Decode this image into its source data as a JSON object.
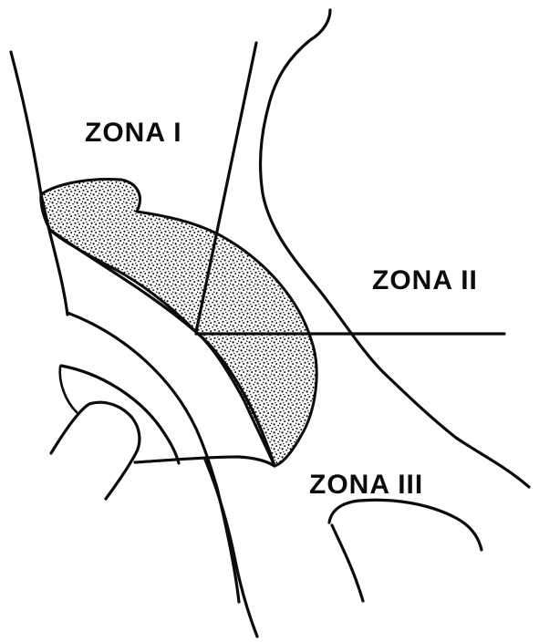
{
  "labels": {
    "zone1": "ZONA I",
    "zone2": "ZONA II",
    "zone3": "ZONA III"
  },
  "colors": {
    "ink": "#0b0b0b",
    "paper": "#ffffff"
  }
}
